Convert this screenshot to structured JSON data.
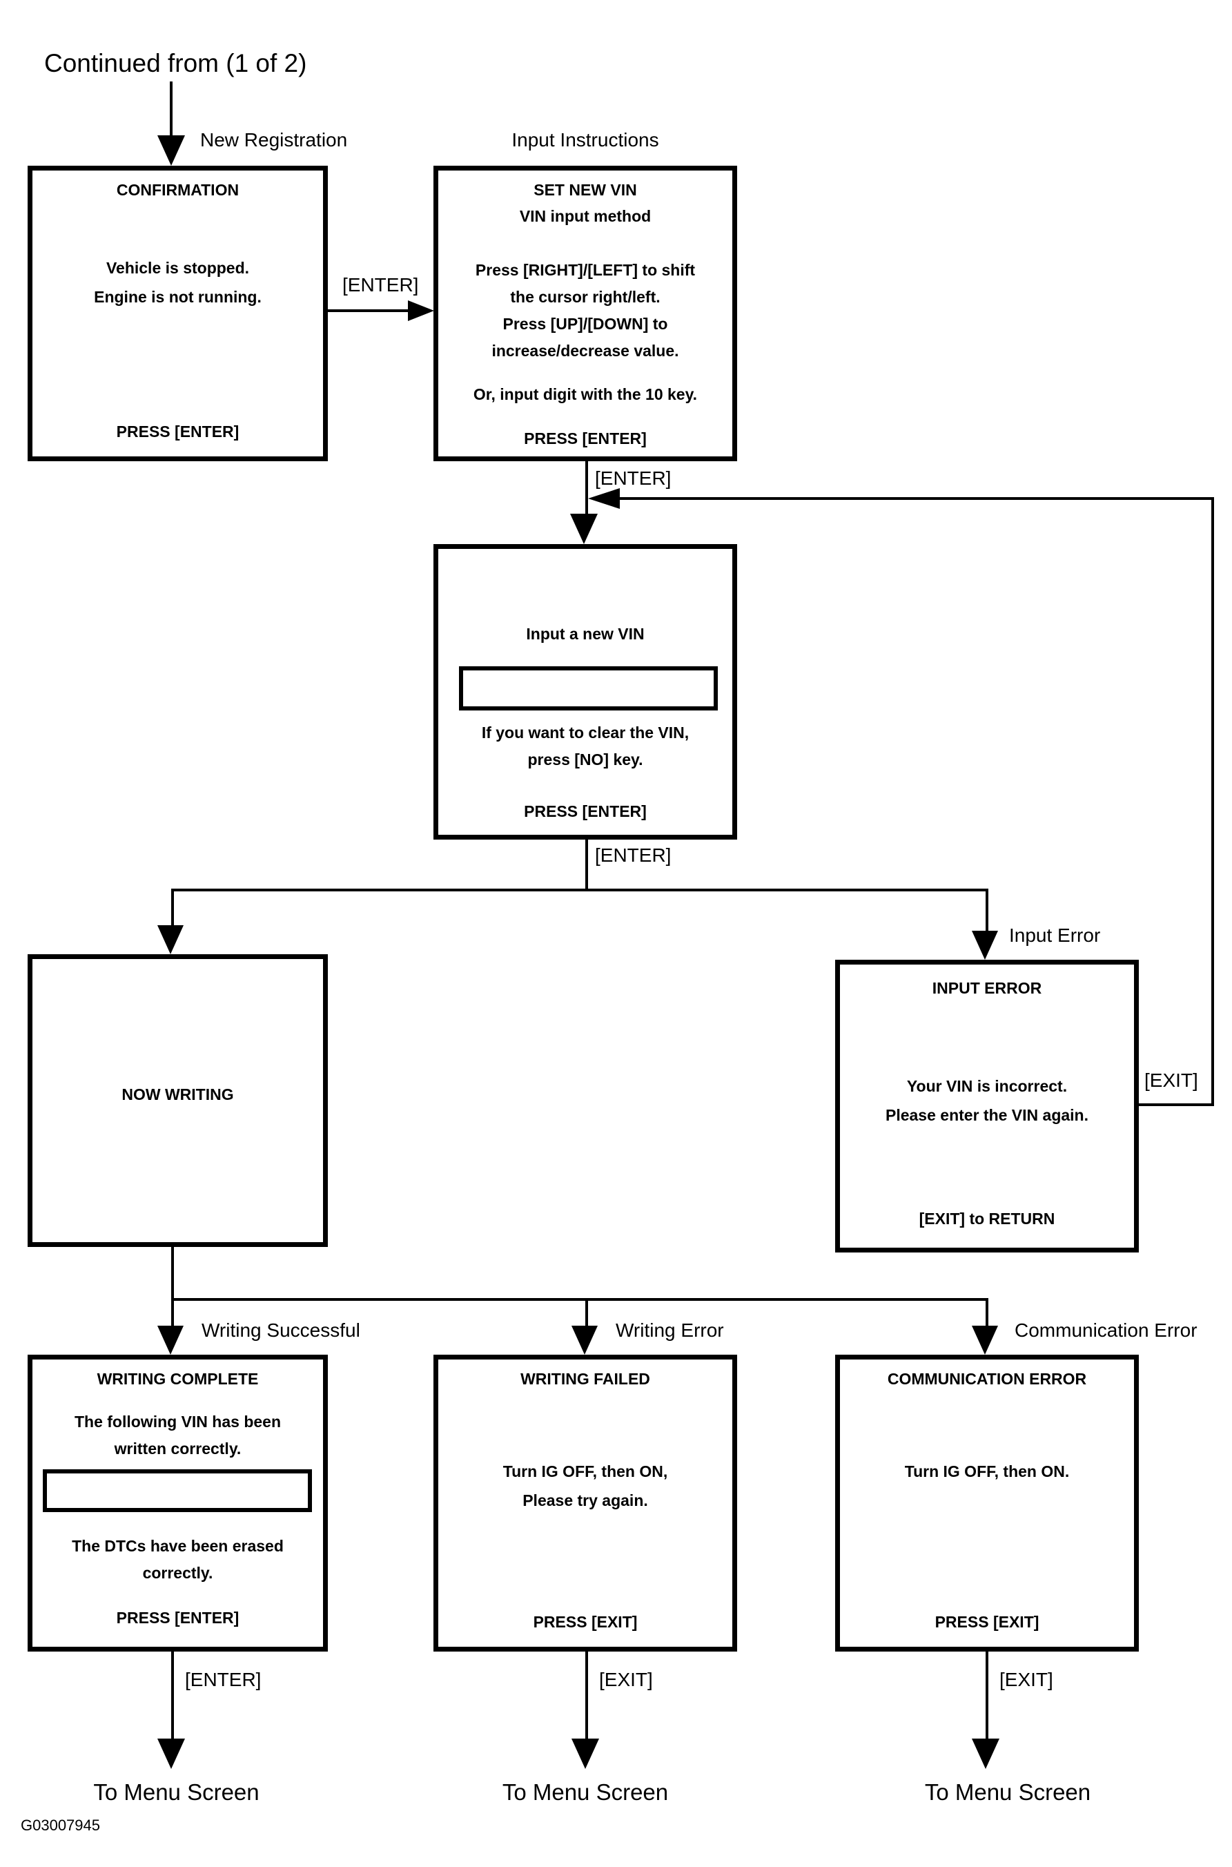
{
  "page": {
    "title": "Continued from (1 of 2)",
    "figure_id": "G03007945"
  },
  "labels": {
    "new_registration": "New Registration",
    "input_instructions": "Input Instructions",
    "input_error": "Input Error",
    "writing_successful": "Writing Successful",
    "writing_error": "Writing Error",
    "communication_error": "Communication Error",
    "enter_key": "[ENTER]",
    "exit_key": "[EXIT]",
    "to_menu_screen": "To Menu Screen"
  },
  "boxes": {
    "confirmation": {
      "title": "CONFIRMATION",
      "lines": [
        "Vehicle is stopped.",
        "Engine is not running."
      ],
      "footer": "PRESS [ENTER]"
    },
    "set_new_vin": {
      "title": "SET NEW VIN",
      "subtitle": "VIN input method",
      "lines": [
        "Press [RIGHT]/[LEFT] to shift",
        "the cursor right/left.",
        "Press [UP]/[DOWN] to",
        "increase/decrease value."
      ],
      "note": "Or, input digit with the 10 key.",
      "footer": "PRESS [ENTER]"
    },
    "input_new_vin": {
      "title": "Input a new VIN",
      "lines": [
        "If you want to clear the VIN,",
        "press [NO] key."
      ],
      "footer": "PRESS [ENTER]"
    },
    "now_writing": {
      "title": "NOW WRITING"
    },
    "input_error": {
      "title": "INPUT ERROR",
      "lines": [
        "Your VIN is incorrect.",
        "Please enter the VIN again."
      ],
      "footer": "[EXIT] to RETURN"
    },
    "writing_complete": {
      "title": "WRITING COMPLETE",
      "lines": [
        "The following VIN has been",
        "written correctly."
      ],
      "lines2": [
        "The DTCs have been erased",
        "correctly."
      ],
      "footer": "PRESS [ENTER]"
    },
    "writing_failed": {
      "title": "WRITING FAILED",
      "lines": [
        "Turn IG OFF, then ON,",
        "Please try again."
      ],
      "footer": "PRESS [EXIT]"
    },
    "communication_error": {
      "title": "COMMUNICATION ERROR",
      "lines": [
        "Turn IG OFF, then ON."
      ],
      "footer": "PRESS [EXIT]"
    }
  }
}
